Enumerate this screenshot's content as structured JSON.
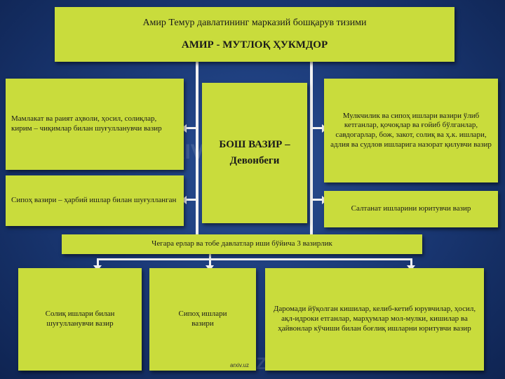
{
  "title_box": {
    "line1": "Амир Темур давлатининг марказий бошқарув тизими",
    "line2": "АМИР - МУТЛОҚ ҲУКМДОР"
  },
  "center_box": {
    "line1": "БОШ ВАЗИР –",
    "line2": "Девонбеги"
  },
  "left_top_box": "Мамлакат ва раият аҳволи, ҳосил, солиқлар, кирим – чиқимлар билан шуғулланувчи вазир",
  "left_bottom_box": "Сипоҳ вазири – ҳарбий ишлар билан шуғулланган",
  "right_top_box": "Мулкчилик ва сипоҳ ишлари вазири ўлиб кетганлар, қочоқлар ва ғойиб бўлганлар, савдогарлар, бож, закот, солиқ ва ҳ.к. ишлари, адлия ва судлов ишларига назорат қилувчи вазир",
  "right_bottom_box": "Салтанат ишларини юритувчи вазир",
  "band_box": "Чегара ерлар ва тобе давлатлар иши бўйича 3 вазирлик",
  "bottom_left_box": "Солиқ ишлари билан шуғулланувчи вазир",
  "bottom_mid_box": "Сипоҳ ишлари вазири",
  "bottom_right_box": "Даромади йўқолган кишилар, келиб-кетиб юрувчилар, ҳосил, ақл-идроки етганлар, марҳумлар мол-мулки, кишилар ва ҳайвонлар кўчиши билан боғлиқ ишларни юритувчи вазир",
  "watermark": "ARXIV.UZ",
  "footer": "arxiv.uz",
  "colors": {
    "box_fill": "#c9dc3c",
    "background": "#1b3a78",
    "connector": "#f2f2f2"
  }
}
